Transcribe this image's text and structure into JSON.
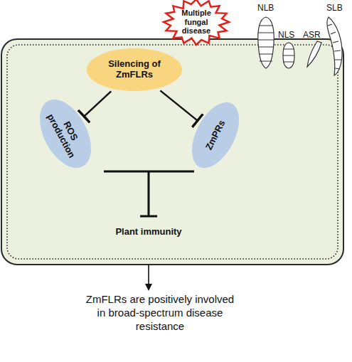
{
  "diagram": {
    "nodes": [
      {
        "text": [
          "Multiple fungal disease"
        ]
      },
      {
        "text": [
          "Silencing of ZmFLRs"
        ]
      },
      {
        "text": [
          "ROS production"
        ]
      },
      {
        "text": [
          "ZmPRs"
        ]
      }
    ],
    "edges": [
      {
        "from": 1,
        "to": 2,
        "arrow": "to"
      },
      {
        "from": 1,
        "to": 3,
        "arrow": "to"
      }
    ],
    "labels": [
      "NLB",
      "NLS",
      "ASR",
      "SLB",
      "Plant immunity",
      "ZmFLRs are positively involved in broad-spectrum disease resistance"
    ]
  }
}
